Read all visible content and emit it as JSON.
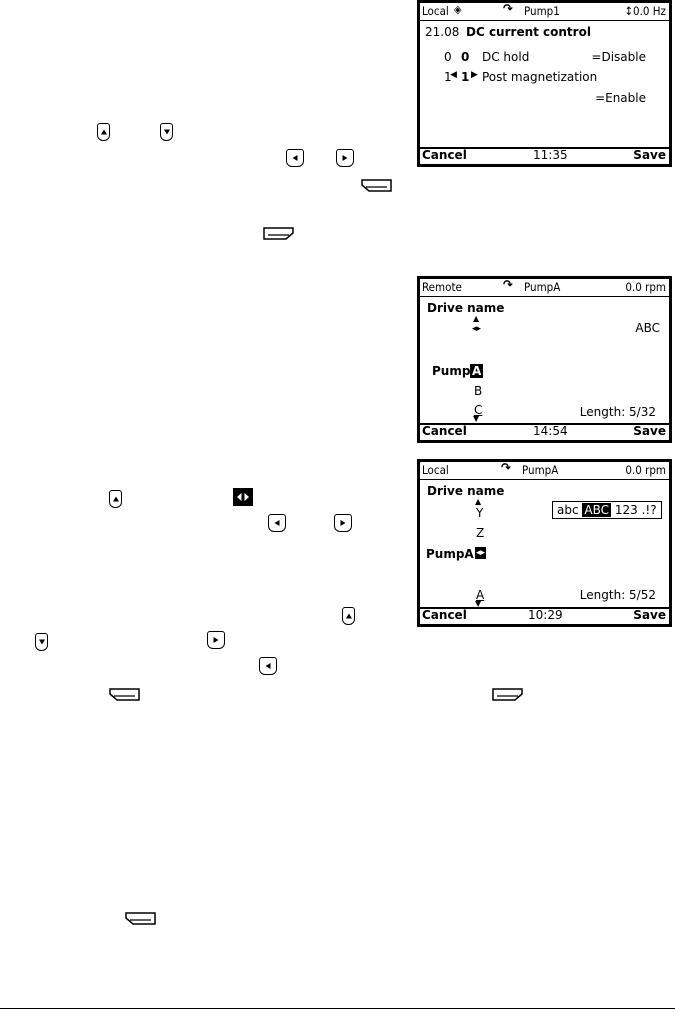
{
  "panel1": {
    "header": {
      "mode": "Local",
      "drive": "Pump1",
      "value": "↕0.0 Hz"
    },
    "title_number": "21.08",
    "title": "DC current control",
    "options": [
      {
        "index": "0",
        "bit": "0",
        "label": "DC hold",
        "value": "=Disable"
      },
      {
        "index": "1",
        "bit": "1",
        "label": "Post magnetization",
        "value": "=Enable"
      }
    ],
    "footer": {
      "left": "Cancel",
      "time": "11:35",
      "right": "Save"
    }
  },
  "panel2": {
    "header": {
      "mode": "Remote",
      "drive": "PumpA",
      "value": "0.0 rpm"
    },
    "title": "Drive name",
    "charset": "ABC",
    "name_prefix": "Pump",
    "selected_char": "A",
    "char_below1": "B",
    "char_below2": "C",
    "length": "Length: 5/32",
    "footer": {
      "left": "Cancel",
      "time": "14:54",
      "right": "Save"
    }
  },
  "panel3": {
    "header": {
      "mode": "Local",
      "drive": "PumpA",
      "value": "0.0 rpm"
    },
    "title": "Drive name",
    "char_above": "Y",
    "char_above2": "Z",
    "name": "PumpA",
    "char_below": "A",
    "charsets": [
      "abc",
      "ABC",
      "123",
      ".!?"
    ],
    "selected_charset": "ABC",
    "length": "Length: 5/52",
    "footer": {
      "left": "Cancel",
      "time": "10:29",
      "right": "Save"
    }
  }
}
